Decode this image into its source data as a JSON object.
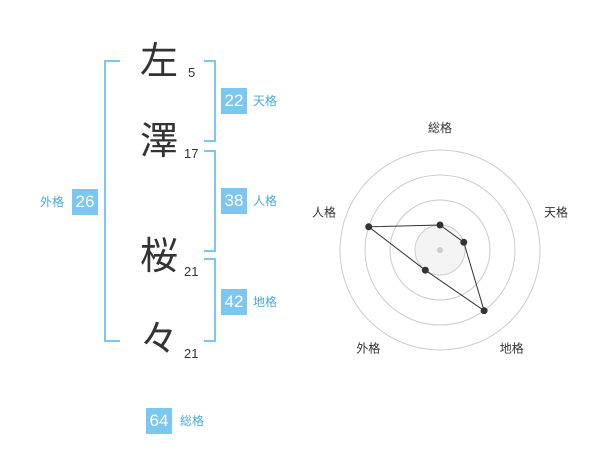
{
  "name_chars": [
    {
      "char": "左",
      "strokes": "5"
    },
    {
      "char": "澤",
      "strokes": "17"
    },
    {
      "char": "桜",
      "strokes": "21"
    },
    {
      "char": "々",
      "strokes": "21"
    }
  ],
  "grid": {
    "tenkaku": {
      "value": "22",
      "label": "天格"
    },
    "jinkaku": {
      "value": "38",
      "label": "人格"
    },
    "chikaku": {
      "value": "42",
      "label": "地格"
    },
    "gaikaku": {
      "value": "26",
      "label": "外格"
    },
    "soukaku": {
      "value": "64",
      "label": "総格"
    }
  },
  "colors": {
    "accent": "#7cc6f2",
    "accent_text": "#4aa8e0",
    "ring": "#cccccc",
    "fill": "#eeeeee"
  },
  "chart_data": {
    "type": "radar",
    "axes": [
      "総格",
      "天格",
      "地格",
      "外格",
      "人格"
    ],
    "values": [
      1,
      1,
      3,
      1,
      3
    ],
    "max": 4,
    "rings": 4
  }
}
